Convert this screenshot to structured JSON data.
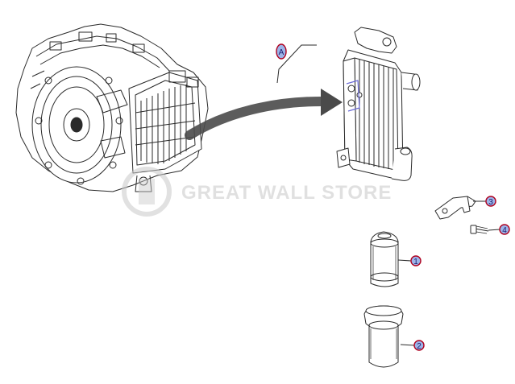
{
  "diagram": {
    "watermark_text": "GREAT WALL STORE",
    "colors": {
      "line": "#2a2a2a",
      "callout_stroke": "#b0001e",
      "callout_fill": "#9cb4e8",
      "arrow": "#4a4a4a",
      "watermark": "#c8c8c8"
    },
    "callouts": [
      {
        "id": "A",
        "label": "A"
      },
      {
        "id": "1",
        "label": "1"
      },
      {
        "id": "2",
        "label": "2"
      },
      {
        "id": "3",
        "label": "3"
      },
      {
        "id": "4",
        "label": "4"
      }
    ]
  }
}
